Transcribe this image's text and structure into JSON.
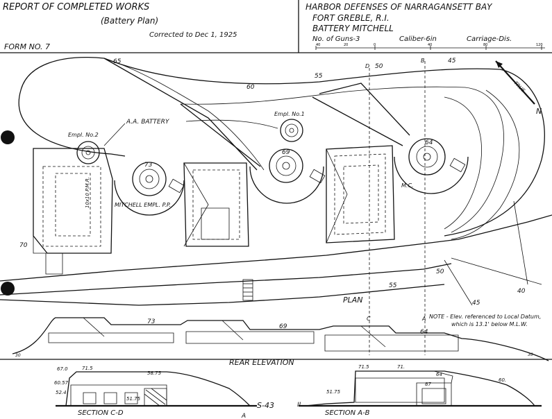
{
  "header": {
    "report_title": "REPORT OF COMPLETED WORKS",
    "plan_type": "(Battery Plan)",
    "corrected": "Corrected to Dec 1, 1925",
    "form_no": "FORM NO. 7",
    "harbor": "HARBOR DEFENSES OF NARRAGANSETT BAY",
    "fort": "FORT GREBLE, R.I.",
    "battery": "BATTERY MITCHELL",
    "guns": "No. of Guns-3",
    "caliber": "Caliber-6in",
    "carriage": "Carriage-Dis."
  },
  "scale_bar": {
    "ticks": [
      "40",
      "20",
      "0",
      "40",
      "80",
      "120"
    ]
  },
  "compass": {
    "true_label": "TRUE",
    "n_label": "N"
  },
  "plan": {
    "title": "PLAN",
    "aa_battery": "A.A. BATTERY",
    "empl_no1": "Empl. No.1",
    "empl_no2": "Empl. No.2",
    "mitchell_empl": "MITCHELL EMPL. P.P.",
    "mc": "M.C.",
    "gun_elevations": [
      "73",
      "69",
      "64"
    ],
    "contours": [
      "65",
      "60",
      "55",
      "50",
      "45",
      "70",
      "55",
      "50",
      "45",
      "40"
    ],
    "section_letters": [
      "D",
      "B",
      "C",
      "A"
    ],
    "note_line1": "NOTE - Elev. referenced to Local Datum,",
    "note_line2": "which is 13.1' below M.L.W.",
    "vertical_label": "10x10 P.M.R."
  },
  "rear_elevation": {
    "title": "REAR ELEVATION",
    "labels": [
      "73",
      "69",
      "64"
    ],
    "left_edge": "30",
    "right_edge": "30"
  },
  "section_cd": {
    "title": "SECTION C-D",
    "elevations": [
      "67.0",
      "71.5",
      "60.57",
      "52.4",
      "58.75",
      "51.75"
    ]
  },
  "section_ab": {
    "title": "SECTION A-B",
    "elevations": [
      "71.5",
      "71.",
      "64",
      "51.75",
      "87",
      "60."
    ]
  },
  "sheet_marks": {
    "sheet_no": "S-43",
    "tick": "II",
    "bottom_letter": "A"
  }
}
